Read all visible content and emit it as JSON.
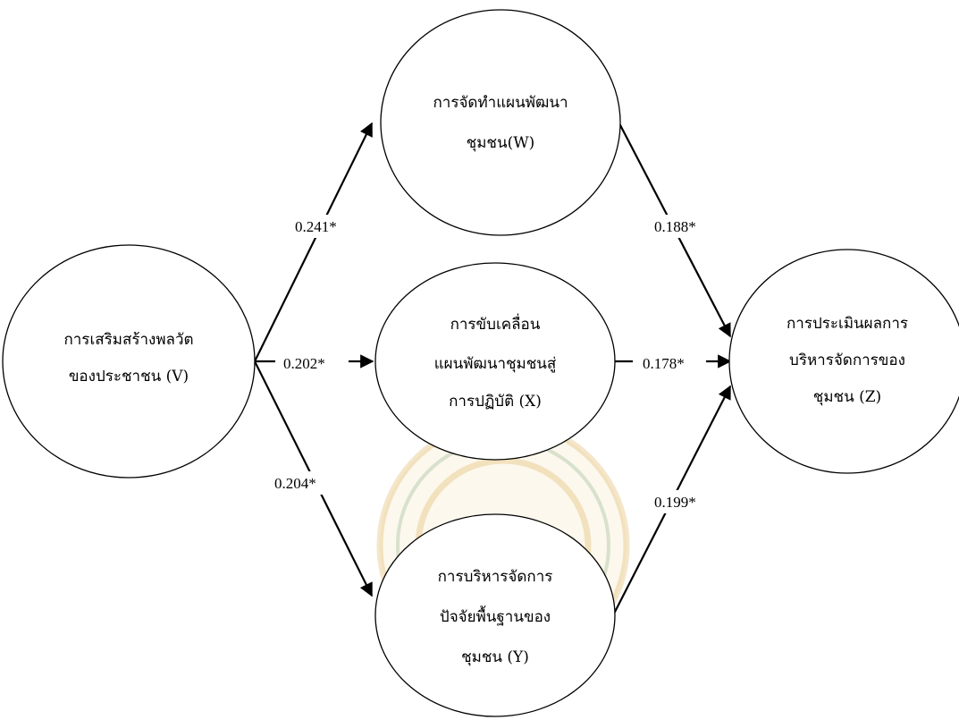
{
  "nodes": {
    "v": {
      "lines": [
        "การเสริมสร้างพลวัต",
        "ของประชาชน (V)"
      ]
    },
    "w": {
      "lines": [
        "การจัดทำแผนพัฒนา",
        "ชุมชน(W)"
      ]
    },
    "x": {
      "lines": [
        "การขับเคลื่อน",
        "แผนพัฒนาชุมชนสู่",
        "การปฏิบัติ (X)"
      ]
    },
    "y": {
      "lines": [
        "การบริหารจัดการ",
        "ปัจจัยพื้นฐานของ",
        "ชุมชน (Y)"
      ]
    },
    "z": {
      "lines": [
        "การประเมินผลการ",
        "บริหารจัดการของ",
        "ชุมชน (Z)"
      ]
    }
  },
  "edges": {
    "v_w": {
      "coef": "0.241*"
    },
    "v_x": {
      "coef": "0.202*"
    },
    "v_y": {
      "coef": "0.204*"
    },
    "w_z": {
      "coef": "0.188*"
    },
    "x_z": {
      "coef": "0.178*"
    },
    "y_z": {
      "coef": "0.199*"
    }
  },
  "watermark": {
    "type": "university-seal",
    "colors": [
      "#d9a441",
      "#3a7a3a"
    ]
  }
}
